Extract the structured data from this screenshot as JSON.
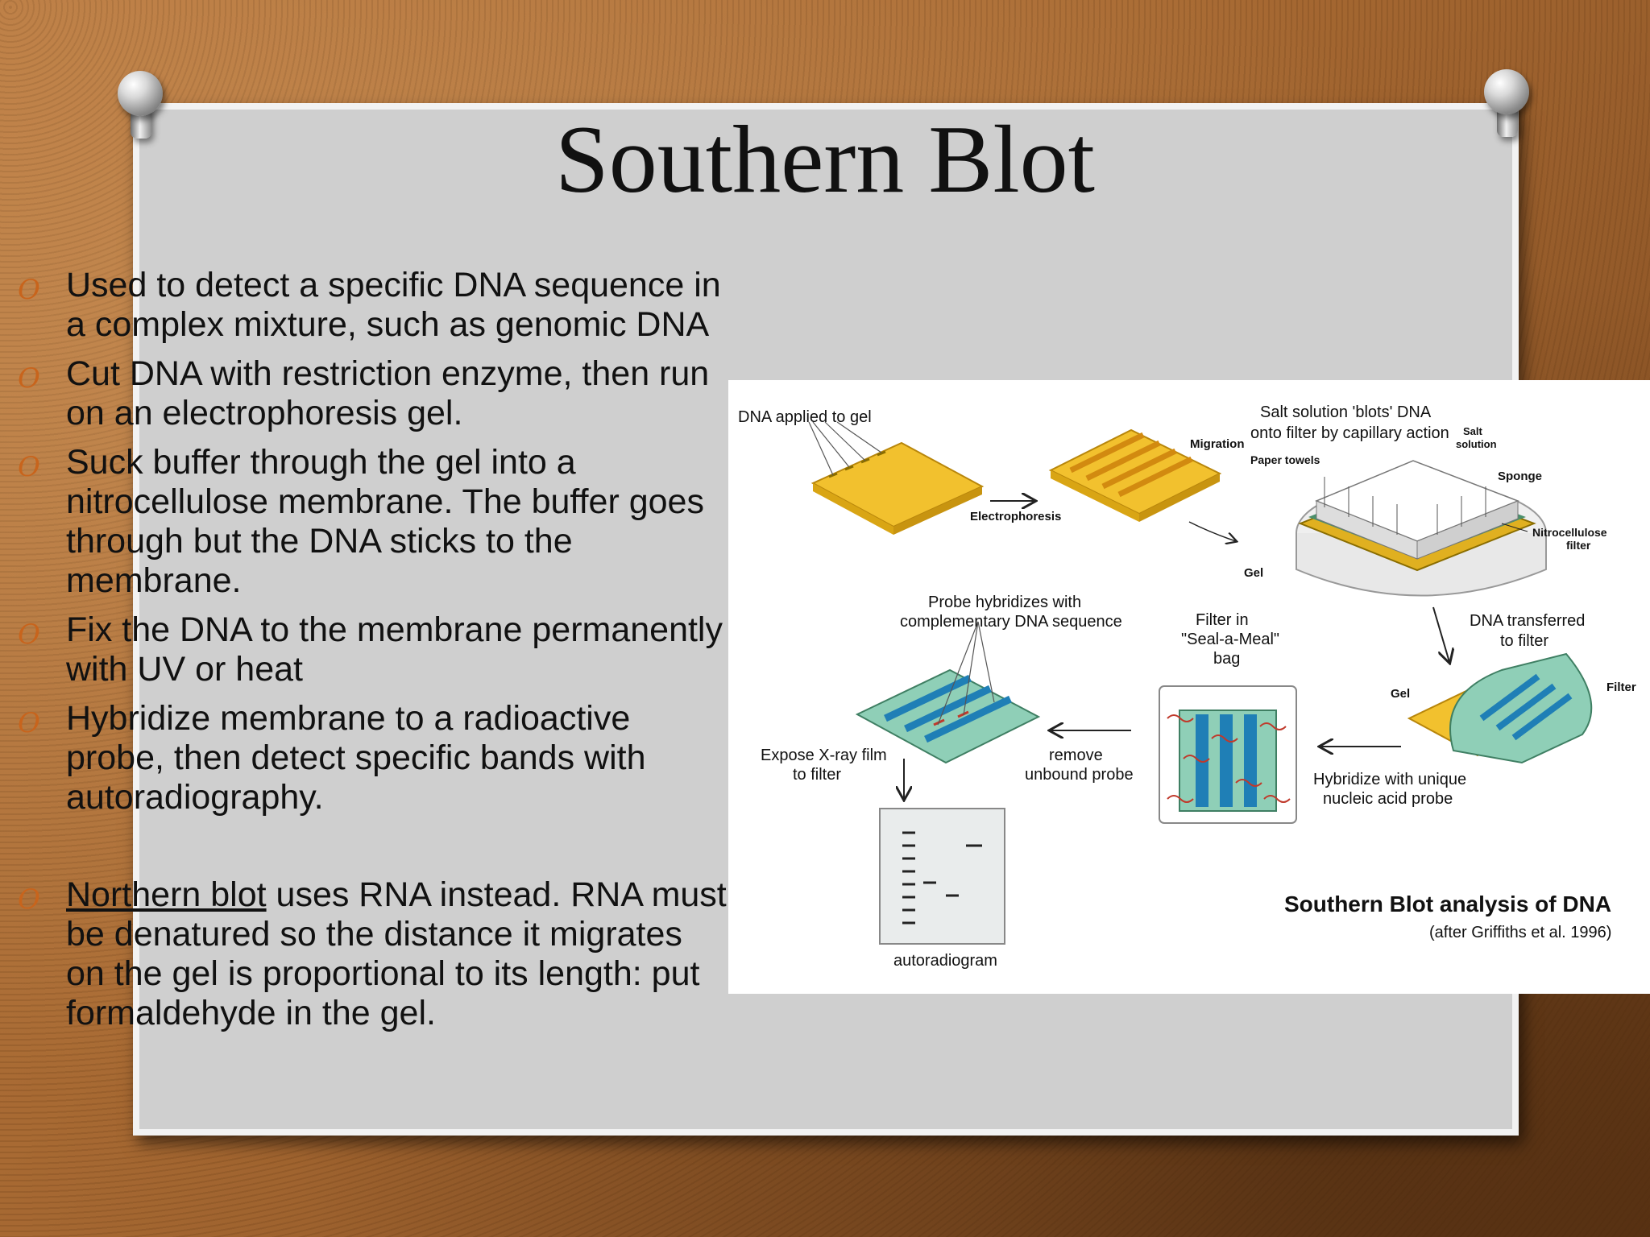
{
  "slide": {
    "title": "Southern Blot",
    "bullets": [
      {
        "text": "Used to detect a specific DNA sequence in a complex mixture, such as genomic DNA"
      },
      {
        "text": "Cut DNA with restriction enzyme, then run on an electrophoresis gel."
      },
      {
        "text": "Suck buffer through the gel into a nitrocellulose membrane.  The buffer goes through but the DNA sticks to the membrane."
      },
      {
        "text": "Fix the DNA to the membrane permanently with UV or heat"
      },
      {
        "text": "Hybridize membrane to a radioactive probe, then detect specific bands with autoradiography."
      },
      {
        "underlined": "Northern blot",
        "text": " uses RNA instead.  RNA must be denatured so the distance it migrates on the gel is proportional to its length: put formaldehyde in the gel."
      }
    ],
    "bullet_icon": "circle-o-bullet-icon"
  },
  "figure": {
    "labels": {
      "dna_applied": "DNA applied to gel",
      "electrophoresis": "Electrophoresis",
      "migration": "Migration",
      "salt_line1": "Salt solution 'blots' DNA",
      "salt_line2": "onto filter by capillary action",
      "salt_solution1": "Salt",
      "salt_solution2": "solution",
      "paper_towels": "Paper towels",
      "sponge": "Sponge",
      "nitro1": "Nitrocellulose",
      "nitro2": "filter",
      "gel_top": "Gel",
      "probe1": "Probe hybridizes with",
      "probe2": "complementary DNA sequence",
      "filter_in1": "Filter in",
      "filter_in2": "\"Seal-a-Meal\"",
      "filter_in3": "bag",
      "transferred1": "DNA transferred",
      "transferred2": "to filter",
      "gel_right": "Gel",
      "filter_right": "Filter",
      "expose1": "Expose X-ray film",
      "expose2": "to filter",
      "remove1": "remove",
      "remove2": "unbound probe",
      "hybridize1": "Hybridize with unique",
      "hybridize2": "nucleic acid probe",
      "autoradiogram": "autoradiogram",
      "caption": "Southern Blot analysis of DNA",
      "citation": "(after Griffiths et al. 1996)"
    },
    "colors": {
      "gel": "#f2c12e",
      "membrane": "#8fcfb7",
      "band": "#1f7fb6",
      "probe": "#c0392b"
    }
  }
}
